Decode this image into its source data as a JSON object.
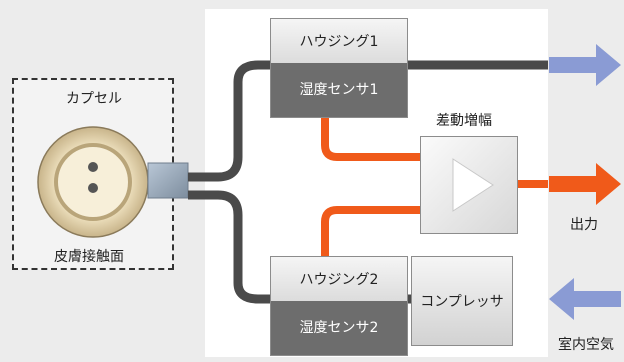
{
  "capsule": {
    "label": "カプセル",
    "surface_label": "皮膚接触面"
  },
  "housing1": {
    "label": "ハウジング1",
    "sensor_label": "湿度センサ1"
  },
  "housing2": {
    "label": "ハウジング2",
    "sensor_label": "湿度センサ2"
  },
  "amplifier": {
    "label": "差動増幅"
  },
  "compressor": {
    "label": "コンプレッサ"
  },
  "output": {
    "label": "出力"
  },
  "intake": {
    "label": "室内空気"
  },
  "colors": {
    "pipe": "#4a4a4a",
    "signal": "#f05a1a",
    "air_arrow": "#8a9bd4",
    "output_arrow": "#f05a1a"
  }
}
